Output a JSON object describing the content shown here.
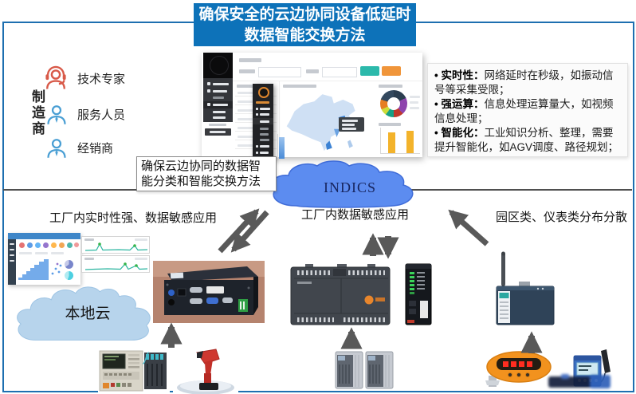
{
  "title": {
    "line1": "确保安全的云边协同设备低延时",
    "line2": "数据智能交换方法"
  },
  "left_panel": {
    "group_label": "制造商",
    "roles": [
      {
        "label": "技术专家",
        "icon": "headset-person-icon"
      },
      {
        "label": "服务人员",
        "icon": "person-icon"
      },
      {
        "label": "经销商",
        "icon": "person-icon"
      }
    ]
  },
  "challenges": {
    "items": [
      {
        "term": "• 实时性：",
        "text": "网络延时在秒级，如振动信号等采集受限；"
      },
      {
        "term": "• 强运算：",
        "text": "信息处理运算量大，如视频信息处理；"
      },
      {
        "term": "• 智能化：",
        "text": "工业知识分析、整理，需要提升智能化，如AGV调度、路径规划；"
      }
    ]
  },
  "method_box": {
    "label": "确保云边协同的数据智能分类和智能交换方法"
  },
  "public_cloud": {
    "name": "INDICS"
  },
  "local_cloud": {
    "label": "本地云"
  },
  "zone_labels": {
    "left": "工厂内实时性强、数据敏感应用",
    "middle": "工厂内数据敏感应用",
    "right": "园区类、仪表类分布分散"
  },
  "icons": {
    "devices": [
      "industrial-pc",
      "plc-controller",
      "din-rail-gateway",
      "wireless-gateway",
      "cnc-controller",
      "handheld-3d-scanner",
      "frequency-drives",
      "pressure-gauge",
      "water-quality-meter"
    ],
    "clouds": [
      "public-cloud",
      "local-cloud"
    ]
  },
  "colors": {
    "banner_bg": "#0d72b9",
    "frame_border": "#1d6fb0",
    "public_cloud_fill": "#5c8cf0",
    "local_cloud_fill": "#b7d4ec",
    "arrow": "#595959",
    "expert_icon": "#d85948",
    "person_icon": "#4a9fd4",
    "teal_button": "#2cb9ab",
    "orange_button": "#f0953a",
    "bar_yellow": "#f3b32b"
  }
}
